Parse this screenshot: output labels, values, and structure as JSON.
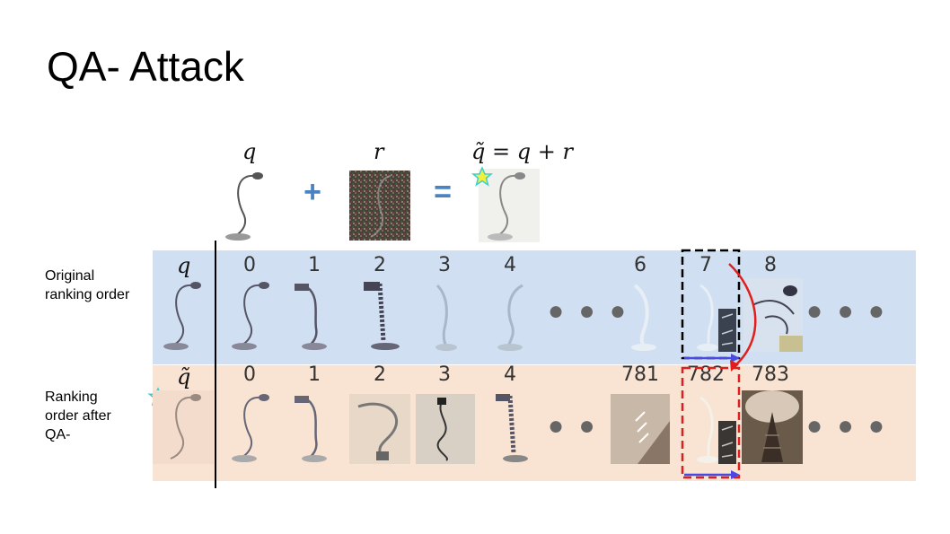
{
  "slide": {
    "title": "QA- Attack"
  },
  "equation": {
    "q_label": "q",
    "r_label": "r",
    "result_label": "q̃ = q + r",
    "plus": "+",
    "equals": "="
  },
  "rows": {
    "original": {
      "label_line1": "Original",
      "label_line2": "ranking order",
      "query_label": "q",
      "ranks": [
        "0",
        "1",
        "2",
        "3",
        "4",
        "6",
        "7",
        "8"
      ]
    },
    "after": {
      "label_line1": "Ranking",
      "label_line2": "order after",
      "label_line3": "QA-",
      "query_label": "q̃",
      "ranks": [
        "0",
        "1",
        "2",
        "3",
        "4",
        "781",
        "782",
        "783"
      ]
    }
  },
  "colors": {
    "band_original": "#d0dff1",
    "band_after": "#f9e3d3",
    "operator": "#4b83c2",
    "highlight_original": "#000000",
    "highlight_after": "#e01e1e",
    "arrow_move": "#e01e1e",
    "arrow_axis": "#4a4ae0",
    "star_fill": "#f5ef3a",
    "star_stroke": "#3ccfcf"
  },
  "icons": {
    "star": "star-icon",
    "ellipsis": "ellipsis-icon",
    "lamp": "desk-lamp-icon"
  }
}
